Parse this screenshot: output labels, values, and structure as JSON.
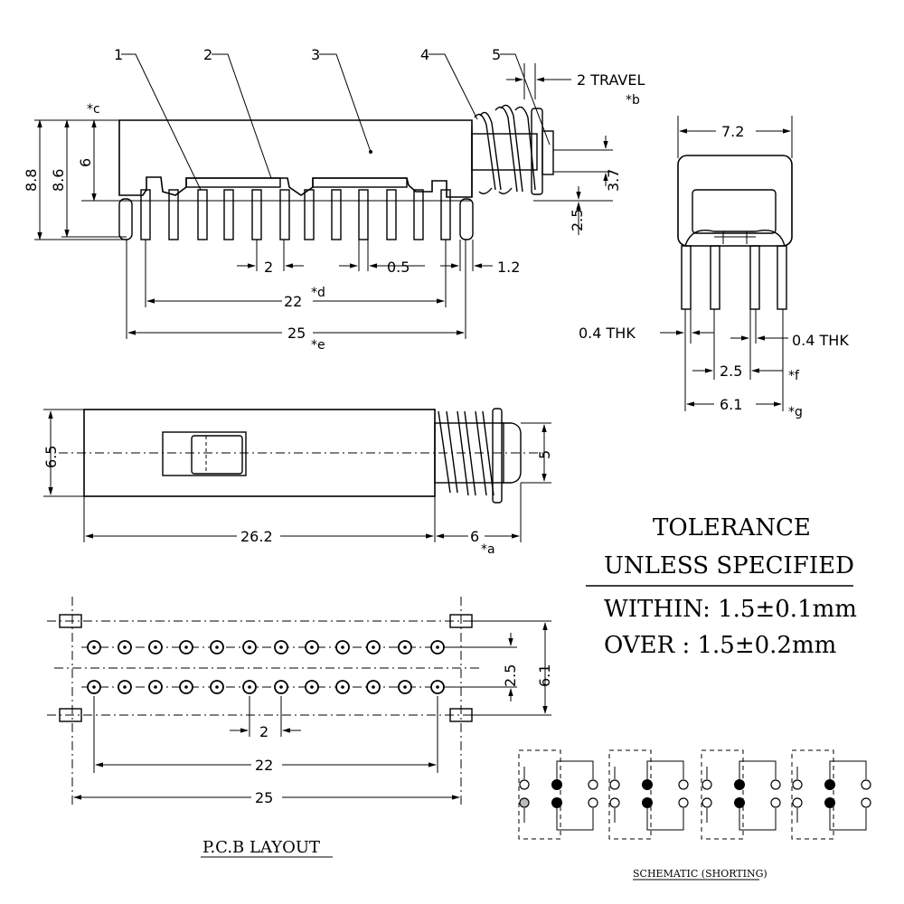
{
  "front_view": {
    "callouts": [
      "1",
      "2",
      "3",
      "4",
      "5"
    ],
    "travel_label": "2 TRAVEL",
    "travel_note": "*b",
    "dim_8_8": "8.8",
    "dim_8_6": "8.6",
    "dim_6": "6",
    "note_c": "*c",
    "dim_3_7": "3.7",
    "dim_2_5": "2.5",
    "pitch_2": "2",
    "pitch_0_5": "0.5",
    "pitch_1_2": "1.2",
    "dim_22": "22",
    "note_d": "*d",
    "dim_25": "25",
    "note_e": "*e"
  },
  "side_view": {
    "width": "7.2",
    "thk_left": "0.4 THK",
    "thk_right": "0.4 THK",
    "dim_2_5": "2.5",
    "note_f": "*f",
    "dim_6_1": "6.1",
    "note_g": "*g"
  },
  "top_view": {
    "dim_6_5": "6.5",
    "dim_5": "5",
    "dim_26_2": "26.2",
    "dim_6": "6",
    "note_a": "*a"
  },
  "tolerance": {
    "title": "TOLERANCE",
    "subtitle": "UNLESS  SPECIFIED",
    "within": "WITHIN: 1.5±0.1mm",
    "over": "OVER  : 1.5±0.2mm"
  },
  "pcb_layout": {
    "dim_2_5": "2.5",
    "dim_6_1": "6.1",
    "dim_2": "2",
    "dim_22": "22",
    "dim_25": "25",
    "label": "P.C.B LAYOUT"
  },
  "schematic": {
    "label": "SCHEMATIC (SHORTING)",
    "groups": 4
  }
}
